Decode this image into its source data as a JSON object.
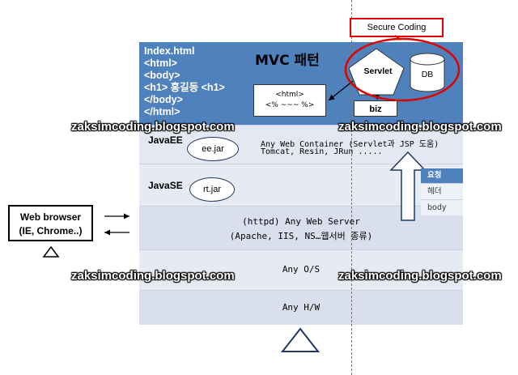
{
  "secure_coding": "Secure Coding",
  "index_code": [
    "Index.html",
    "<html>",
    "<body>",
    "<h1> 홍길동  <h1>",
    "</body>",
    "</html>"
  ],
  "mvc_title": "MVC 패턴",
  "html_box": [
    "<html>",
    "<% ~~~ %>"
  ],
  "servlet": "Servlet",
  "db": "DB",
  "biz": "biz",
  "watermark": "zaksimcoding.blogspot.com",
  "layers": {
    "javaee": {
      "label": "JavaEE",
      "jar": "ee.jar",
      "line1": "Any Web Container (Servlet과 JSP 도움)",
      "line2": "Tomcat, Resin, JRun ....."
    },
    "javase": {
      "label": "JavaSE",
      "jar": "rt.jar"
    },
    "webserver": {
      "line1": "(httpd) Any Web Server",
      "line2": "(Apache, IIS, NS…웹서버 종류)"
    },
    "os": "Any O/S",
    "hw": "Any H/W"
  },
  "request": {
    "head": "요청",
    "rows": [
      "헤더",
      "body"
    ]
  },
  "browser": {
    "line1": "Web browser",
    "line2": "(IE, Chrome..)"
  },
  "colors": {
    "top_band": "#4f81bd",
    "highlight": "#e00000",
    "arrow_fill": "#ffffff",
    "arrow_stroke": "#1f3864"
  }
}
